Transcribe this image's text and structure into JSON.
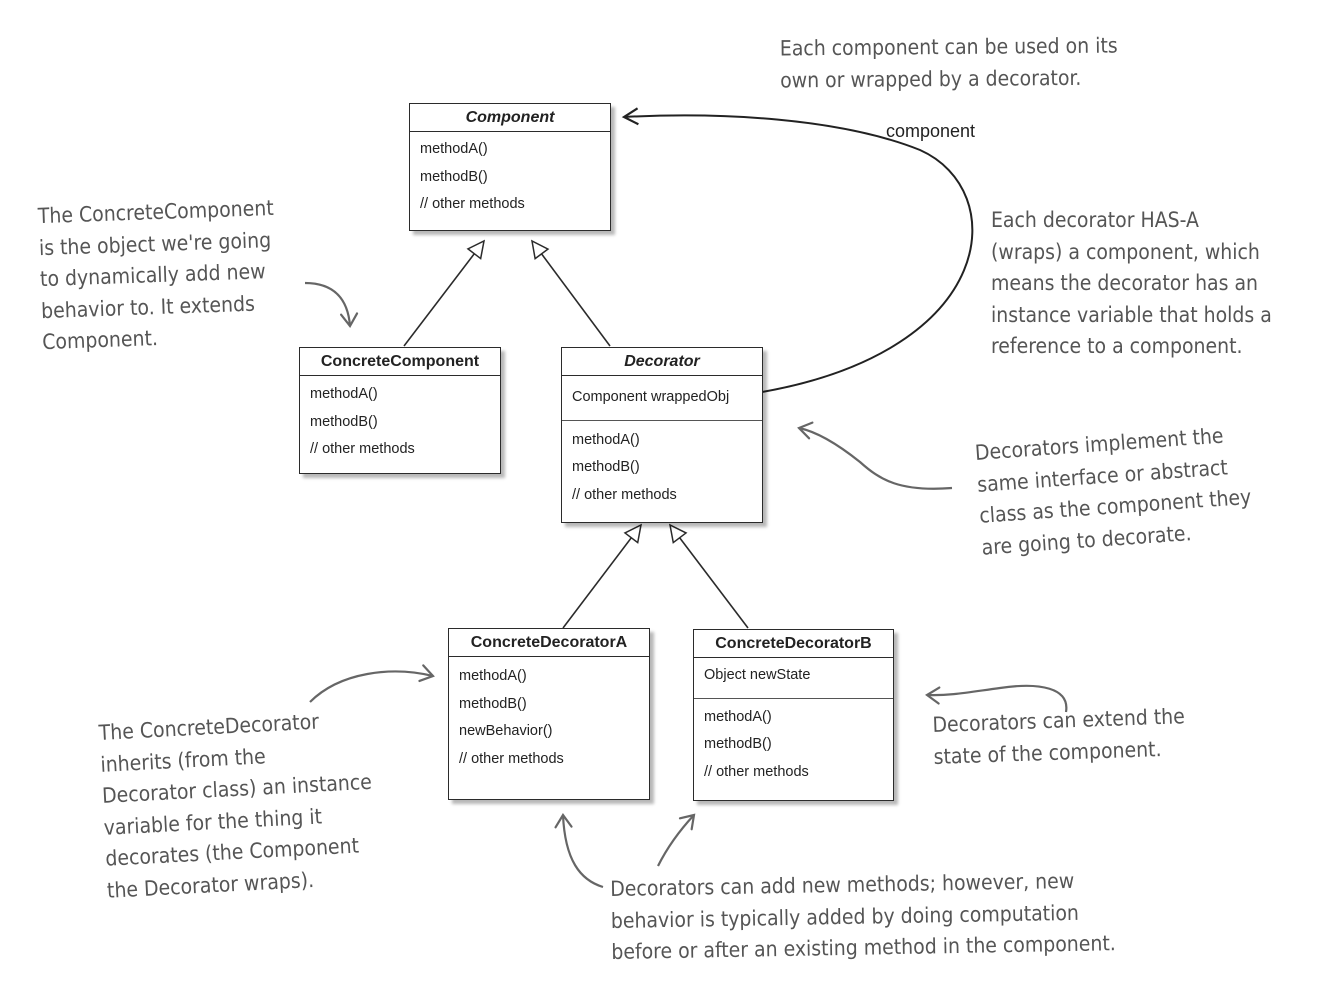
{
  "classes": {
    "component": {
      "name": "Component",
      "methods": [
        "methodA()",
        "methodB()",
        "// other methods"
      ]
    },
    "concrete_component": {
      "name": "ConcreteComponent",
      "methods": [
        "methodA()",
        "methodB()",
        "// other methods"
      ]
    },
    "decorator": {
      "name": "Decorator",
      "attributes": [
        "Component wrappedObj"
      ],
      "methods": [
        "methodA()",
        "methodB()",
        "// other methods"
      ]
    },
    "concrete_decorator_a": {
      "name": "ConcreteDecoratorA",
      "methods": [
        "methodA()",
        "methodB()",
        "newBehavior()",
        "// other methods"
      ]
    },
    "concrete_decorator_b": {
      "name": "ConcreteDecoratorB",
      "attributes": [
        "Object newState"
      ],
      "methods": [
        "methodA()",
        "methodB()",
        "// other methods"
      ]
    }
  },
  "association_label": "component",
  "notes": {
    "component_usage": [
      "Each component can be used on its",
      "own or wrapped by a decorator."
    ],
    "concrete_component": [
      "The ConcreteComponent",
      "is the object we're going",
      "to dynamically add new",
      "behavior to. It extends",
      "Component."
    ],
    "has_a": [
      "Each decorator HAS-A",
      "(wraps) a component, which",
      "means the decorator has an",
      "instance variable that holds a",
      "reference to a component."
    ],
    "same_interface": [
      "Decorators implement the",
      "same interface or abstract",
      "class as the component they",
      "are going to decorate."
    ],
    "concrete_decorator": [
      "The ConcreteDecorator",
      "inherits (from the",
      "Decorator class) an instance",
      "variable for the thing it",
      "decorates (the Component",
      "the Decorator wraps)."
    ],
    "extend_state": [
      "Decorators can extend the",
      "state of the component."
    ],
    "new_methods": [
      "Decorators can add new methods; however, new",
      "behavior is typically added by doing computation",
      "before or after an existing method in the component."
    ]
  }
}
